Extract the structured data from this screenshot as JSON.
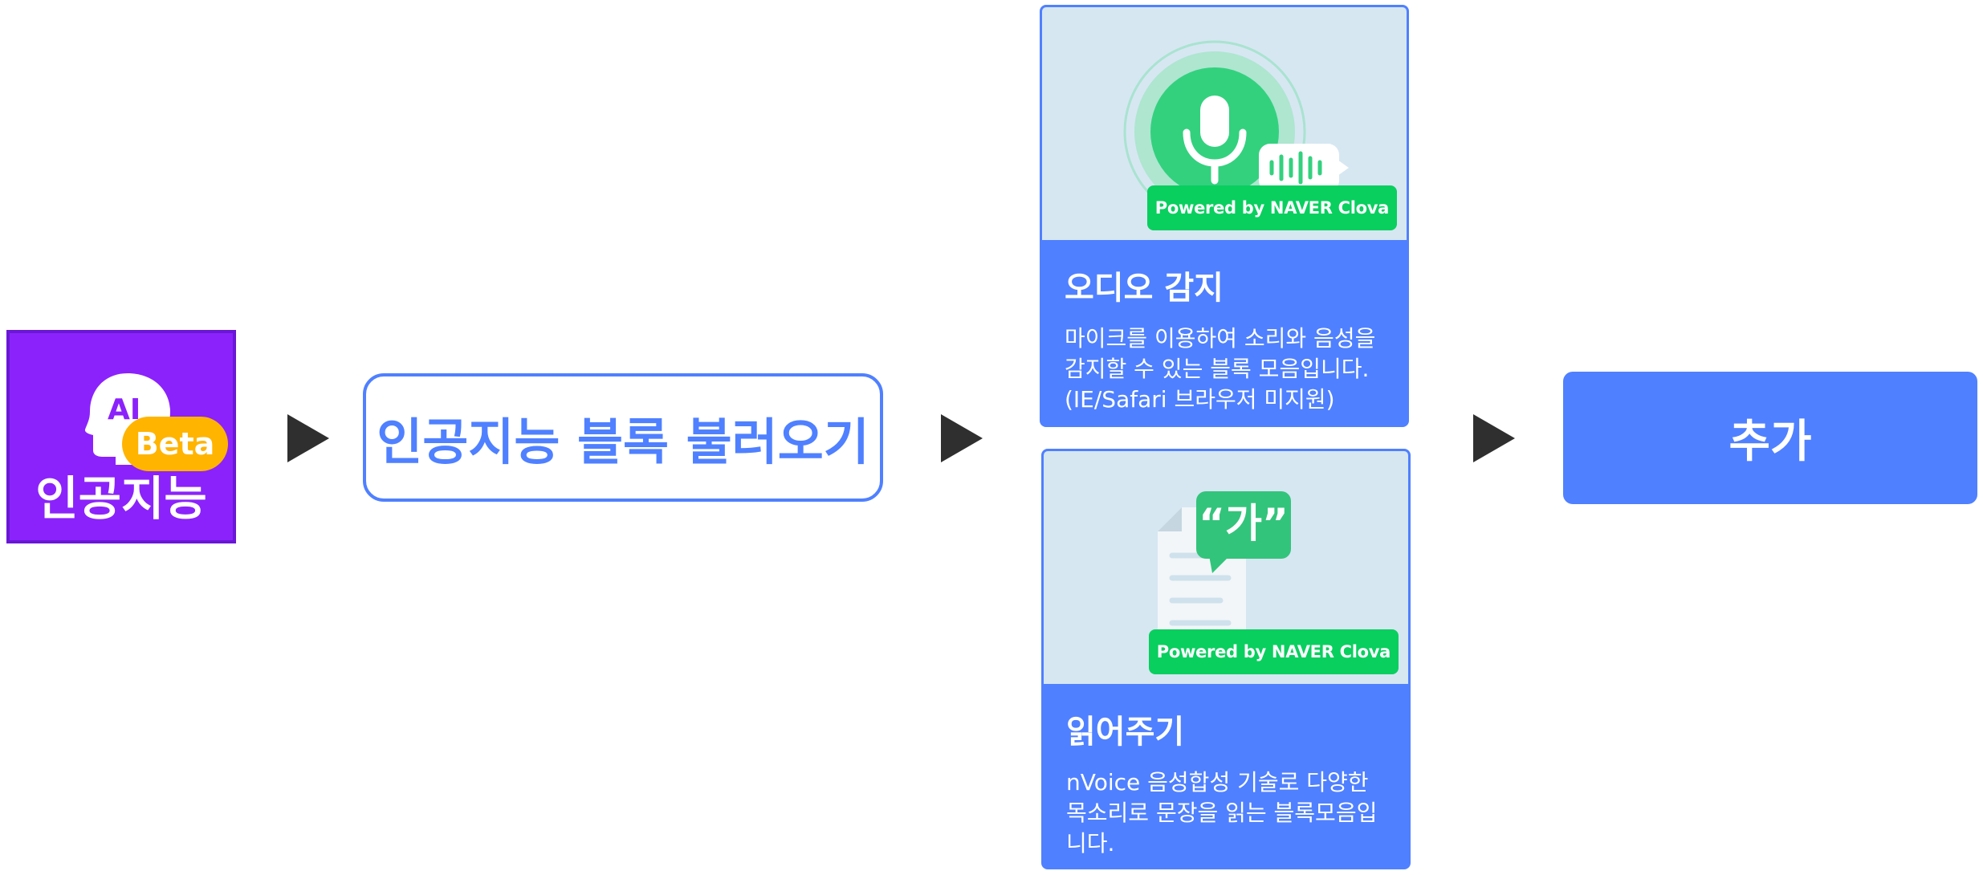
{
  "ai_tile": {
    "tag": "AI",
    "beta": "Beta",
    "label": "인공지능"
  },
  "load_button": {
    "label": "인공지능 블록 불러오기"
  },
  "cards": [
    {
      "title": "오디오 감지",
      "description": "마이크를 이용하여 소리와 음성을 감지할 수 있는 블록 모음입니다. (IE/Safari 브라우저 미지원)",
      "badge": "Powered by NAVER Clova",
      "icon": "microphone-icon"
    },
    {
      "title": "읽어주기",
      "description": "nVoice 음성합성 기술로 다양한 목소리로 문장을 읽는 블록모음입니다.",
      "badge": "Powered by NAVER Clova",
      "icon": "document-speech-icon",
      "speech_char": "“가”"
    }
  ],
  "add_button": {
    "label": "추가"
  },
  "colors": {
    "accent": "#4f80ff",
    "purple": "#8b22fb",
    "beta": "#ffb400",
    "clova_green": "#09cf5f",
    "card_image_bg": "#d6e7f2"
  }
}
